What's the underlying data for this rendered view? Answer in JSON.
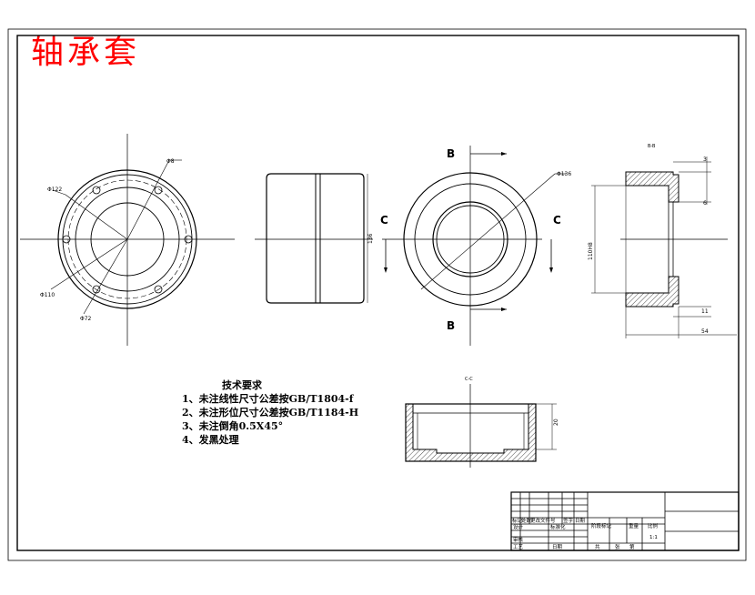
{
  "drawing": {
    "title": "轴承套",
    "requirements": {
      "heading": "技术要求",
      "items": [
        "1、未注线性尺寸公差按GB/T1804-f",
        "2、未注形位尺寸公差按GB/T1184-H",
        "3、未注倒角0.5X45°",
        "4、发黑处理"
      ]
    },
    "section_labels": {
      "b_top": "B",
      "b_bottom": "B",
      "c_left": "C",
      "c_right": "C",
      "bb_view": "B-B",
      "cc_view": "C-C"
    },
    "dimensions": {
      "d8": "Φ8",
      "d122": "Φ122",
      "d110": "Φ110",
      "d72": "Φ72",
      "d136": "Φ136",
      "h136": "136",
      "d110h8": "110H8",
      "w3": "3",
      "w6": "6",
      "w11": "11",
      "w54": "54",
      "h20": "20"
    },
    "title_block": {
      "row_labels": [
        "标记",
        "处数",
        "更改文件号",
        "签字",
        "日期"
      ],
      "designer": "设计",
      "standardize": "标准化",
      "check": "审核",
      "process": "工艺",
      "approve": "日期",
      "stage_mark": "阶段标记",
      "weight": "重量",
      "scale": "比例",
      "scale_value": "1:1",
      "sheet_total": "共",
      "sheet_no": "张",
      "sheet_word": "第"
    }
  }
}
